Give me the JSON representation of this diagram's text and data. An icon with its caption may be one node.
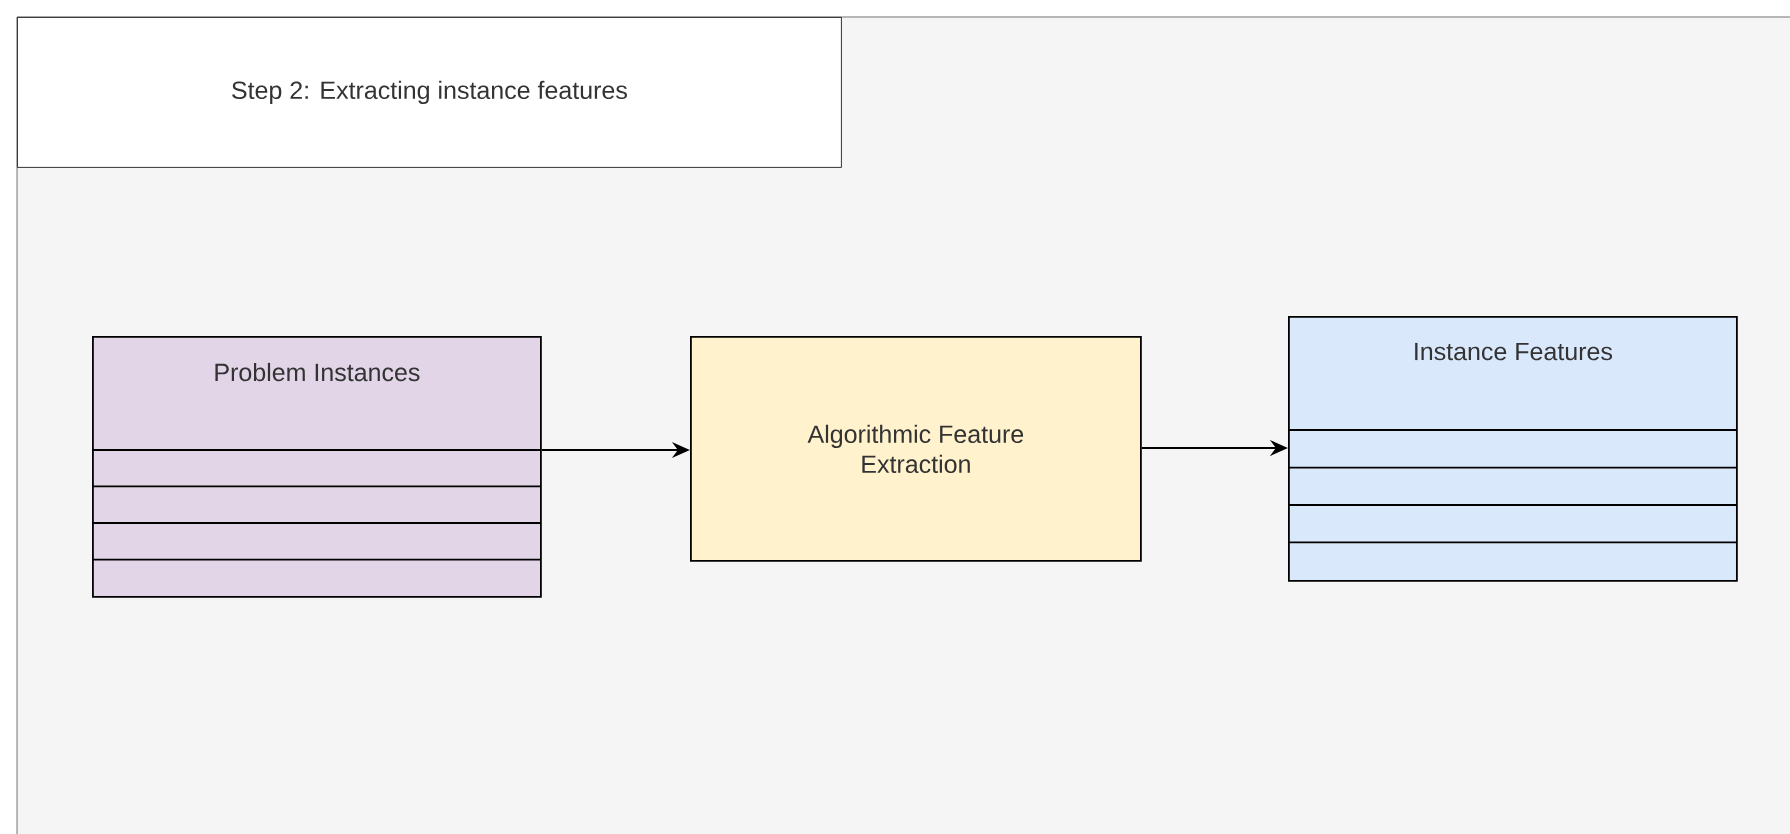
{
  "diagram": {
    "title": "Step 2: Extracting instance features",
    "nodes": [
      {
        "text": [
          "Problem Instances"
        ]
      },
      {
        "text": [
          "Algorithmic Feature Extraction"
        ]
      },
      {
        "text": [
          "Instance Features"
        ]
      }
    ],
    "edges": [
      {
        "from": 0,
        "to": 1,
        "arrow": "to"
      },
      {
        "from": 1,
        "to": 2,
        "arrow": "to"
      }
    ]
  }
}
